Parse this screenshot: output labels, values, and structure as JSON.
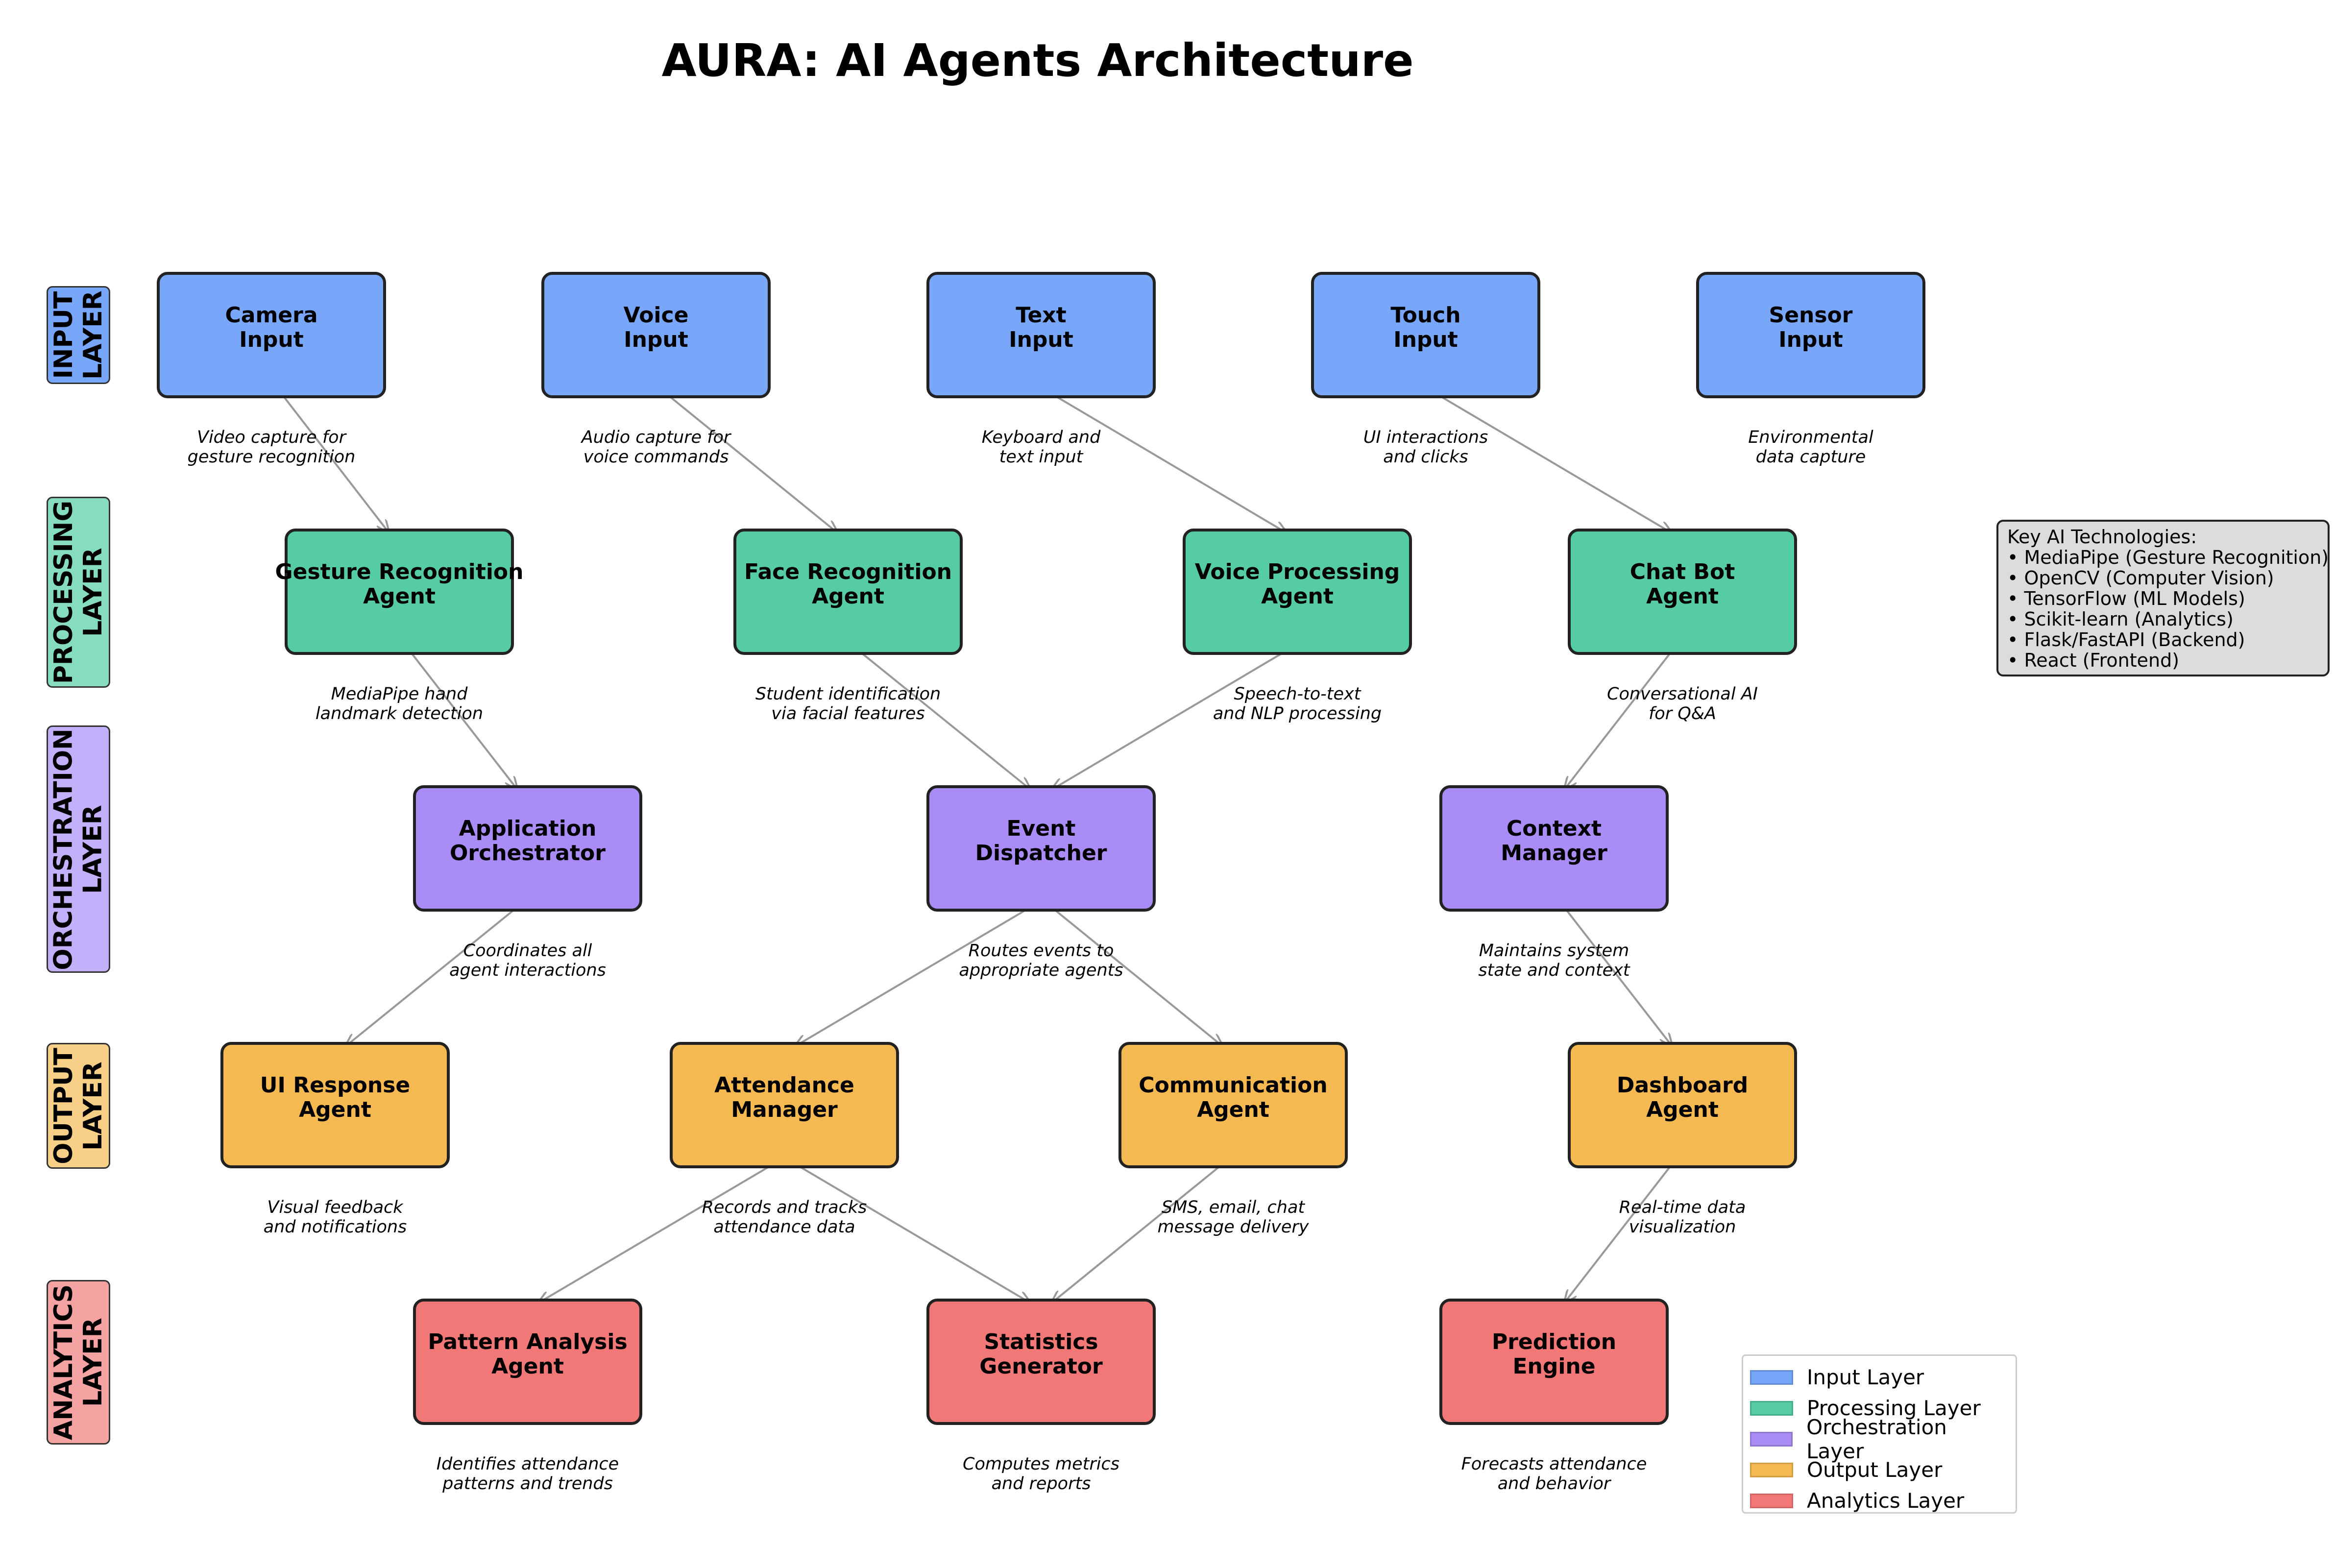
{
  "title": "AURA: AI Agents Architecture",
  "layers": [
    {
      "label": "INPUT\nLAYER",
      "color": "#78a6f8",
      "name": "input"
    },
    {
      "label": "PROCESSING\nLAYER",
      "color": "#86ddbe",
      "name": "processing"
    },
    {
      "label": "ORCHESTRATION\nLAYER",
      "color": "#c3b0fa",
      "name": "orchestration"
    },
    {
      "label": "OUTPUT\nLAYER",
      "color": "#f7cf87",
      "name": "output"
    },
    {
      "label": "ANALYTICS\nLAYER",
      "color": "#f5a2a3",
      "name": "analytics"
    }
  ],
  "nodes": {
    "camera": {
      "label": "Camera\nInput",
      "desc": "Video capture for\ngesture recognition",
      "color": "#78a6f8"
    },
    "voice": {
      "label": "Voice\nInput",
      "desc": "Audio capture for\nvoice commands",
      "color": "#78a6f8"
    },
    "text": {
      "label": "Text\nInput",
      "desc": "Keyboard and\ntext input",
      "color": "#78a6f8"
    },
    "touch": {
      "label": "Touch\nInput",
      "desc": "UI interactions\nand clicks",
      "color": "#78a6f8"
    },
    "sensor": {
      "label": "Sensor\nInput",
      "desc": "Environmental\ndata capture",
      "color": "#78a6f8"
    },
    "gesture": {
      "label": "Gesture Recognition\nAgent",
      "desc": "MediaPipe hand\nlandmark detection",
      "color": "#55cca2"
    },
    "face": {
      "label": "Face Recognition\nAgent",
      "desc": "Student identification\nvia facial features",
      "color": "#55cca2"
    },
    "voiceproc": {
      "label": "Voice Processing\nAgent",
      "desc": "Speech-to-text\nand NLP processing",
      "color": "#55cca2"
    },
    "chatbot": {
      "label": "Chat Bot\nAgent",
      "desc": "Conversational AI\nfor Q&A",
      "color": "#55cca2"
    },
    "apporch": {
      "label": "Application\nOrchestrator",
      "desc": "Coordinates all\nagent interactions",
      "color": "#a98cf6"
    },
    "event": {
      "label": "Event\nDispatcher",
      "desc": "Routes events to\nappropriate agents",
      "color": "#a98cf6"
    },
    "context": {
      "label": "Context\nManager",
      "desc": "Maintains system\nstate and context",
      "color": "#a98cf6"
    },
    "uiresp": {
      "label": "UI Response\nAgent",
      "desc": "Visual feedback\nand notifications",
      "color": "#f5b952"
    },
    "attend": {
      "label": "Attendance\nManager",
      "desc": "Records and tracks\nattendance data",
      "color": "#f5b952"
    },
    "comm": {
      "label": "Communication\nAgent",
      "desc": "SMS, email, chat\nmessage delivery",
      "color": "#f5b952"
    },
    "dash": {
      "label": "Dashboard\nAgent",
      "desc": "Real-time data\nvisualization",
      "color": "#f5b952"
    },
    "pattern": {
      "label": "Pattern Analysis\nAgent",
      "desc": "Identifies attendance\npatterns and trends",
      "color": "#f27878"
    },
    "stats": {
      "label": "Statistics\nGenerator",
      "desc": "Computes metrics\nand reports",
      "color": "#f27878"
    },
    "predict": {
      "label": "Prediction\nEngine",
      "desc": "Forecasts attendance\nand behavior",
      "color": "#f27878"
    }
  },
  "edges": [
    [
      "camera",
      "gesture"
    ],
    [
      "voice",
      "face"
    ],
    [
      "text",
      "voiceproc"
    ],
    [
      "touch",
      "chatbot"
    ],
    [
      "gesture",
      "apporch"
    ],
    [
      "face",
      "event"
    ],
    [
      "voiceproc",
      "event"
    ],
    [
      "chatbot",
      "context"
    ],
    [
      "apporch",
      "uiresp"
    ],
    [
      "event",
      "attend"
    ],
    [
      "event",
      "comm"
    ],
    [
      "context",
      "dash"
    ],
    [
      "attend",
      "pattern"
    ],
    [
      "attend",
      "stats"
    ],
    [
      "comm",
      "stats"
    ],
    [
      "dash",
      "predict"
    ]
  ],
  "tech_box": "Key AI Technologies:\n• MediaPipe (Gesture Recognition)\n• OpenCV (Computer Vision)\n• TensorFlow (ML Models)\n• Scikit-learn (Analytics)\n• Flask/FastAPI (Backend)\n• React (Frontend)",
  "legend": [
    {
      "label": "Input Layer",
      "color": "#78a6f8"
    },
    {
      "label": "Processing Layer",
      "color": "#55cca2"
    },
    {
      "label": "Orchestration Layer",
      "color": "#a98cf6"
    },
    {
      "label": "Output Layer",
      "color": "#f5b952"
    },
    {
      "label": "Analytics Layer",
      "color": "#f27878"
    }
  ]
}
